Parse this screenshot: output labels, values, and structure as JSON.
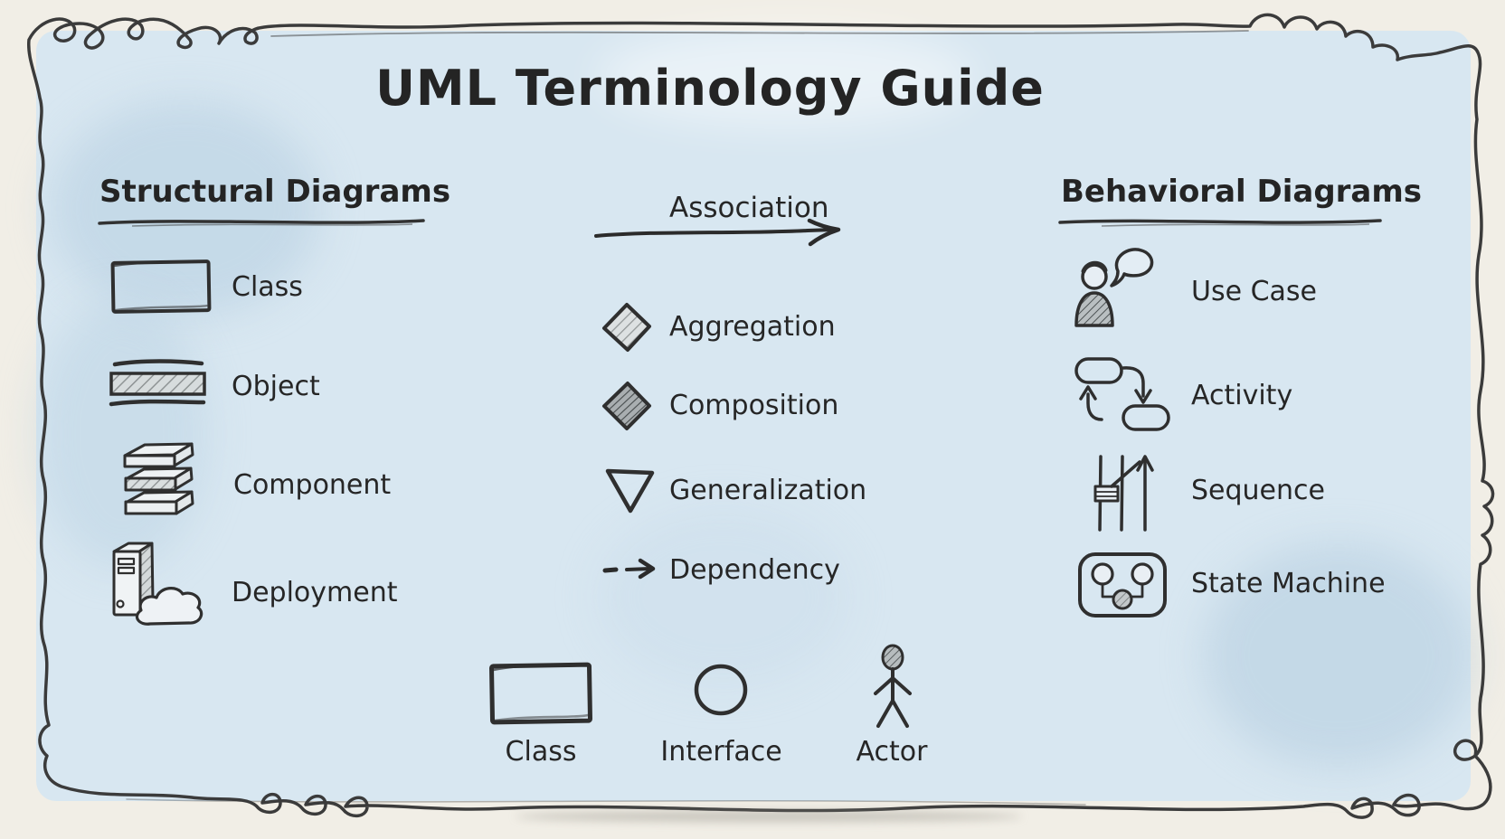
{
  "title": "UML Terminology Guide",
  "colors": {
    "paper": "#f1eee6",
    "panel_blue": "#d8e7f1",
    "ink": "#2f2f2f",
    "hatch_light": "#dde1e2",
    "hatch_dark": "#a9aeb0"
  },
  "structural": {
    "heading": "Structural Diagrams",
    "items": [
      {
        "label": "Class",
        "icon": "class-rectangle-icon"
      },
      {
        "label": "Object",
        "icon": "object-bar-icon"
      },
      {
        "label": "Component",
        "icon": "component-stack-icon"
      },
      {
        "label": "Deployment",
        "icon": "deployment-server-cloud-icon"
      }
    ]
  },
  "relationships": {
    "items": [
      {
        "label": "Association",
        "icon": "association-arrow-icon"
      },
      {
        "label": "Aggregation",
        "icon": "aggregation-diamond-icon"
      },
      {
        "label": "Composition",
        "icon": "composition-diamond-icon"
      },
      {
        "label": "Generalization",
        "icon": "generalization-triangle-icon"
      },
      {
        "label": "Dependency",
        "icon": "dependency-dashed-arrow-icon"
      }
    ]
  },
  "behavioral": {
    "heading": "Behavioral Diagrams",
    "items": [
      {
        "label": "Use Case",
        "icon": "use-case-person-speech-icon"
      },
      {
        "label": "Activity",
        "icon": "activity-flow-icon"
      },
      {
        "label": "Sequence",
        "icon": "sequence-lifeline-icon"
      },
      {
        "label": "State Machine",
        "icon": "state-machine-icon"
      }
    ]
  },
  "notation": {
    "items": [
      {
        "label": "Class",
        "icon": "class-box-icon"
      },
      {
        "label": "Interface",
        "icon": "interface-circle-icon"
      },
      {
        "label": "Actor",
        "icon": "actor-stick-figure-icon"
      }
    ]
  }
}
